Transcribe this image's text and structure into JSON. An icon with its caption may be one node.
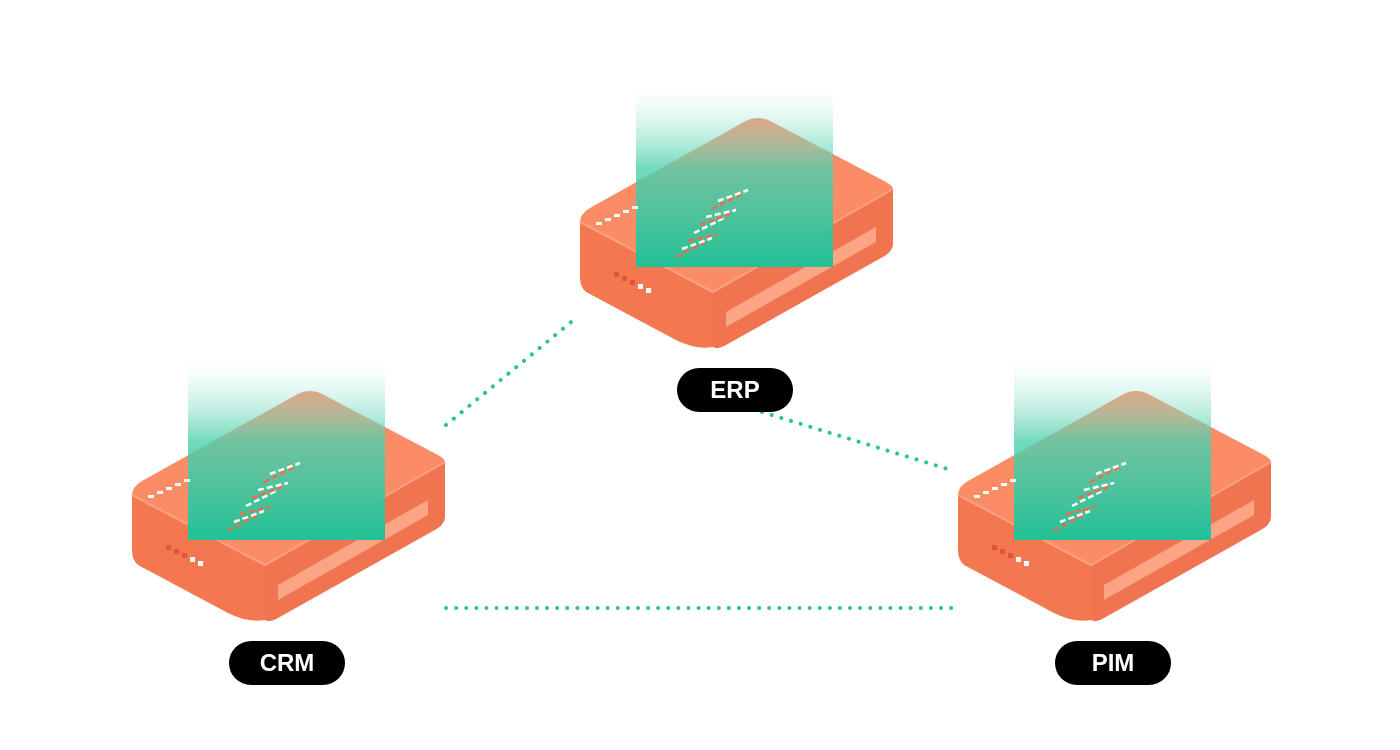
{
  "diagram": {
    "nodes": [
      {
        "text": [
          "ERP"
        ]
      },
      {
        "text": [
          "CRM"
        ]
      },
      {
        "text": [
          "PIM"
        ]
      }
    ],
    "edges": [
      {
        "from": 1,
        "to": 0,
        "arrow": "none"
      },
      {
        "from": 0,
        "to": 2,
        "arrow": "none"
      },
      {
        "from": 1,
        "to": 2,
        "arrow": "none"
      }
    ]
  }
}
